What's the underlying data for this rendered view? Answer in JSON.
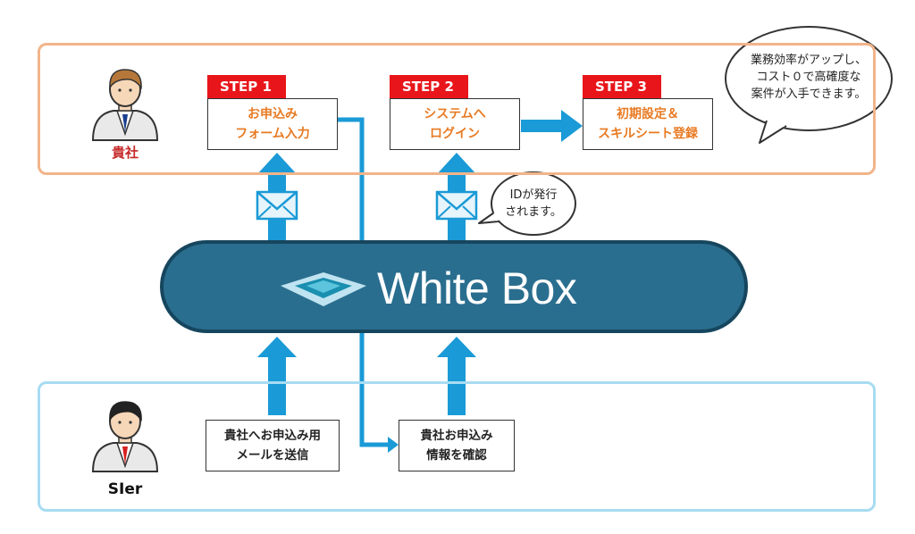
{
  "client": {
    "label": "貴社"
  },
  "sier": {
    "label": "SIer"
  },
  "steps": [
    {
      "tag": "STEP 1",
      "lines": [
        "お申込み",
        "フォーム入力"
      ]
    },
    {
      "tag": "STEP 2",
      "lines": [
        "システムへ",
        "ログイン"
      ]
    },
    {
      "tag": "STEP 3",
      "lines": [
        "初期設定＆",
        "スキルシート登録"
      ]
    }
  ],
  "sier_actions": [
    {
      "lines": [
        "貴社へお申込み用",
        "メールを送信"
      ]
    },
    {
      "lines": [
        "貴社お申込み",
        "情報を確認"
      ]
    }
  ],
  "bubbles": {
    "top": {
      "lines": [
        "業務効率がアップし、",
        "コスト０で高確度な",
        "案件が入手できます。"
      ]
    },
    "id": {
      "lines": [
        "IDが発行",
        "されます。"
      ]
    }
  },
  "platform": {
    "name": "White Box"
  },
  "colors": {
    "client_lane": "#f2b48a",
    "sier_lane": "#a7dcf2",
    "step_tag": "#e8151b",
    "step_text": "#e87a22",
    "arrow": "#1a9ad6",
    "platform": "#2a6e8f"
  }
}
